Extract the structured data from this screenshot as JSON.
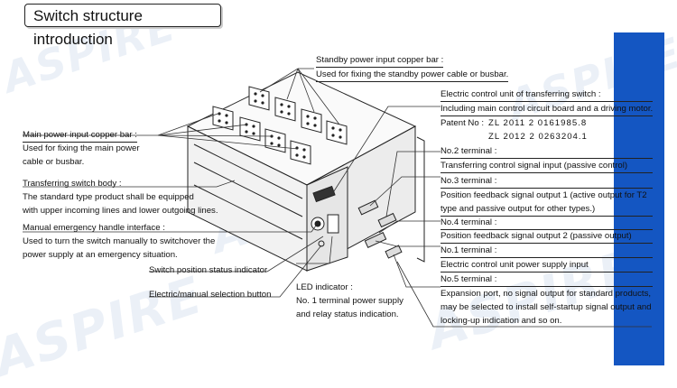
{
  "title": "Switch structure introduction",
  "watermark": "ASPIRE",
  "colors": {
    "accent_bar": "#1456c2",
    "watermark": "#dbe5f1"
  },
  "labels": {
    "standby": {
      "title": "Standby power input copper bar :",
      "desc": "Used for fixing the standby power cable or busbar."
    },
    "main": {
      "title": "Main power input copper bar :",
      "desc1": "Used for fixing the main power",
      "desc2": "cable or busbar."
    },
    "body": {
      "title": "Transferring switch body :",
      "desc1": "The standard type product shall be equipped",
      "desc2": "with upper incoming lines and lower outgoing lines."
    },
    "handle": {
      "title": "Manual emergency handle interface :",
      "desc1": "Used to turn the switch manually to switchover the",
      "desc2": "power supply at an emergency situation."
    },
    "position_indicator": "Switch position status indicator",
    "selection_button": "Electric/manual selection button",
    "led": {
      "title": "LED indicator :",
      "desc1": "No. 1 terminal power supply",
      "desc2": "and relay status indication."
    },
    "ecu": {
      "title": "Electric control unit of transferring switch :",
      "desc": "Including main control circuit board and a driving motor.",
      "patent_label": "Patent No :",
      "patent1": "ZL 2011 2 0161985.8",
      "patent2": "ZL 2012 2 0263204.1"
    },
    "t2": {
      "title": "No.2 terminal :",
      "desc": "Transferring control signal input (passive control)"
    },
    "t3": {
      "title": "No.3 terminal :",
      "desc1": "Position feedback signal output 1 (active output for T2",
      "desc2": "type and passive output for other types.)"
    },
    "t4": {
      "title": "No.4 terminal :",
      "desc": "Position feedback signal output 2 (passive output)"
    },
    "t1": {
      "title": "No.1 terminal :",
      "desc": "Electric control unit power supply input"
    },
    "t5": {
      "title": "No.5 terminal :",
      "desc1": "Expansion port, no signal output for standard products,",
      "desc2": "may be selected to install self-startup signal output and",
      "desc3": "locking-up indication and so on."
    }
  }
}
